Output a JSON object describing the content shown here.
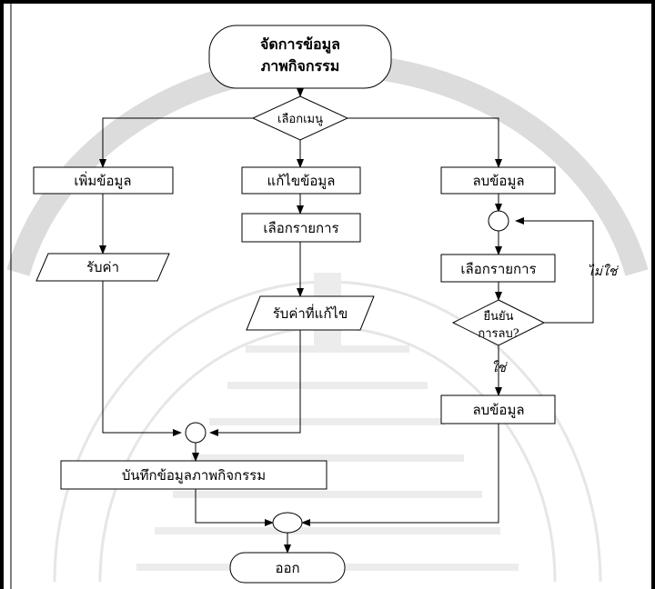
{
  "flowchart": {
    "start": {
      "line1": "จัดการข้อมูล",
      "line2": "ภาพกิจกรรม"
    },
    "menu_decision": "เลือกเมนู",
    "add_branch": {
      "process": "เพิ่มข้อมูล",
      "input": "รับค่า"
    },
    "edit_branch": {
      "process": "แก้ไขข้อมูล",
      "select": "เลือกรายการ",
      "input": "รับค่าที่แก้ไข"
    },
    "delete_branch": {
      "process": "ลบข้อมูล",
      "select": "เลือกรายการ",
      "confirm_line1": "ยืนยัน",
      "confirm_line2": "การลบ?",
      "yes_label": "ใช่",
      "no_label": "ไม่ใช่",
      "delete_action": "ลบข้อมูล"
    },
    "save": "บันทึกข้อมูลภาพกิจกรรม",
    "end": "ออก"
  }
}
